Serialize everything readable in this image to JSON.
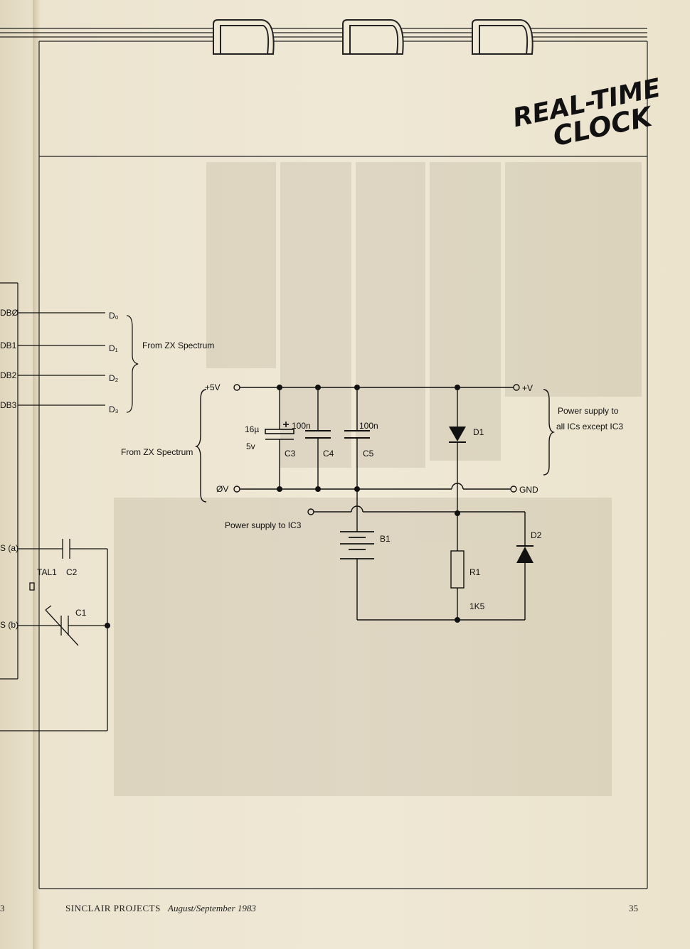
{
  "logo": {
    "line1": "REAL-TIME",
    "line2": "CLOCK"
  },
  "diagram": {
    "data_lines": {
      "bus_labels": [
        "DBØ",
        "DB1",
        "DB2",
        "DB3"
      ],
      "outputs": [
        "D₀",
        "D₁",
        "D₂",
        "D₃"
      ],
      "source_label": "From ZX Spectrum"
    },
    "power": {
      "plus5v": "+5V",
      "zero_v": "ØV",
      "source_label": "From ZX Spectrum",
      "out_plus": "+V",
      "out_gnd": "GND",
      "note_line1": "Power supply to",
      "note_line2": "all ICs except IC3",
      "ic3_note": "Power supply to IC3"
    },
    "components": {
      "c3_value1": "16µ",
      "c3_value2": "5v",
      "c3": "C3",
      "c4_value": "100n",
      "c4": "C4",
      "c5_value": "100n",
      "c5": "C5",
      "d1": "D1",
      "d2": "D2",
      "b1": "B1",
      "r1": "R1",
      "r1_value": "1K5"
    },
    "oscillator": {
      "pin_a": "S (a)",
      "pin_b": "S (b)",
      "xtal": "TAL1",
      "c2": "C2",
      "c1": "C1"
    }
  },
  "footer": {
    "left_page_number": "3",
    "magazine": "SINCLAIR PROJECTS",
    "issue": "August/September 1983",
    "page_number": "35"
  }
}
